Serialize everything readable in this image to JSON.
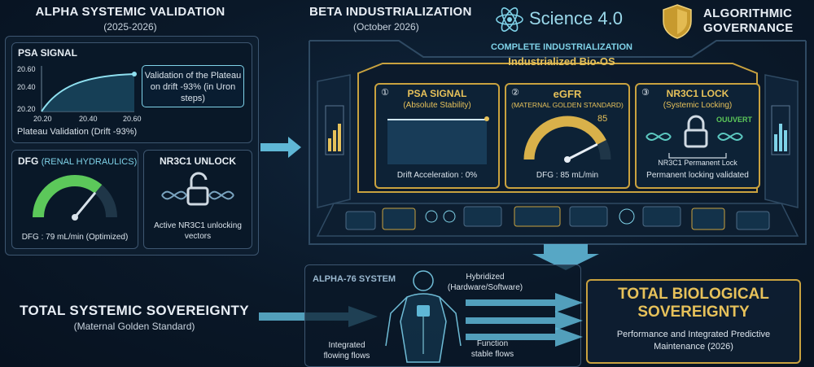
{
  "alpha": {
    "title": "ALPHA SYSTEMIC VALIDATION",
    "years": "(2025-2026)",
    "psa": {
      "title": "PSA SIGNAL",
      "y_ticks": [
        "20.60",
        "20.40",
        "20.20"
      ],
      "x_ticks": [
        "20.20",
        "20.40",
        "20.60"
      ],
      "callout": "Validation of the Plateau on drift -93% (in Uron steps)",
      "caption": "Plateau Validation (Drift -93%)"
    },
    "dfg": {
      "title": "DFG",
      "title_suffix": "(RENAL HYDRAULICS)",
      "caption": "DFG : 79 mL/min (Optimized)",
      "gauge_fraction": 0.72
    },
    "nr3c1": {
      "title": "NR3C1 UNLOCK",
      "caption": "Active NR3C1 unlocking vectors"
    }
  },
  "beta": {
    "title": "BETA INDUSTRIALIZATION",
    "date": "(October 2026)"
  },
  "science": {
    "label": "Science 4.0"
  },
  "governance": {
    "line1": "ALGORITHMIC",
    "line2": "GOVERNANCE"
  },
  "cockpit": {
    "header1": "COMPLETE INDUSTRIALIZATION",
    "header2": "Industrialized Bio-OS",
    "screens": [
      {
        "num": "①",
        "title": "PSA SIGNAL",
        "sub": "(Absolute Stability)",
        "caption": "Drift Acceleration : 0%"
      },
      {
        "num": "②",
        "title": "eGFR",
        "sub": "(MATERNAL GOLDEN STANDARD)",
        "caption": "DFG : 85 mL/min",
        "value": "85",
        "gauge_fraction": 0.85
      },
      {
        "num": "③",
        "title": "NR3C1 LOCK",
        "sub": "(Systemic Locking)",
        "caption": "Permanent locking validated",
        "status": "OUUVERT",
        "inner": "NR3C1 Permanent Lock"
      }
    ]
  },
  "bottom": {
    "left_title": "TOTAL SYSTEMIC SOVEREIGNTY",
    "left_sub": "(Maternal Golden Standard)",
    "system_label": "ALPHA-76 SYSTEM",
    "hybrid1": "Hybridized",
    "hybrid2": "(Hardware/Software)",
    "flows1": "Integrated",
    "flows2": "flowing flows",
    "func1": "Function",
    "func2": "stable flows",
    "total1": "TOTAL BIOLOGICAL",
    "total2": "SOVEREIGNTY",
    "total3": "Performance and Integrated Predictive",
    "total4": "Maintenance (2026)"
  },
  "colors": {
    "gold": "#e6c15a",
    "cyan": "#7fd2e8",
    "green": "#5cc85a",
    "frame": "#3d5670"
  }
}
